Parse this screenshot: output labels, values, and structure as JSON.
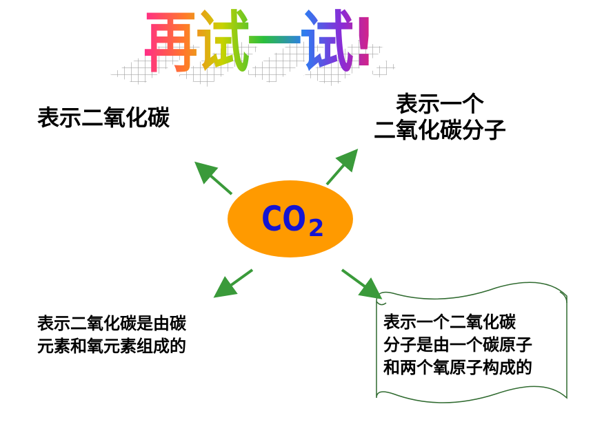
{
  "title": "再试一试!",
  "center": {
    "formula_main": "CO",
    "formula_sub": "2",
    "fill_color": "#ff9a00",
    "text_color": "#1414d2"
  },
  "labels": {
    "top_left": "表示二氧化碳",
    "top_right_line1": "表示一个",
    "top_right_line2": "二氧化碳分子",
    "bottom_left_line1": "表示二氧化碳是由碳",
    "bottom_left_line2": "元素和氧元素组成的",
    "bottom_right_line1": "表示一个二氧化碳",
    "bottom_right_line2": "分子是由一个碳原子",
    "bottom_right_line3": "和两个氧原子构成的"
  },
  "colors": {
    "arrow": "#3a9a3a",
    "scroll_border": "#2f6a2f"
  }
}
